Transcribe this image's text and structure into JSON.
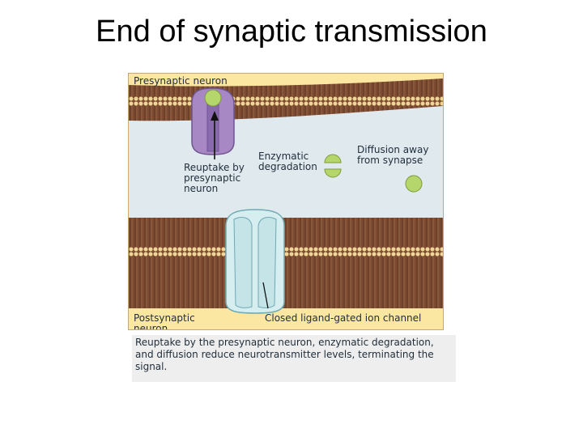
{
  "slide": {
    "title": "End of synaptic transmission"
  },
  "diagram": {
    "labels": {
      "presynaptic": "Presynaptic neuron",
      "reuptake": "Reuptake by presynaptic neuron",
      "enzymatic": "Enzymatic degradation",
      "diffusion": "Diffusion away from synapse",
      "postsynaptic": "Postsynaptic neuron",
      "closed_channel": "Closed ligand-gated ion channel"
    },
    "colors": {
      "membrane": "#8a5a3a",
      "head": "#e8c98a",
      "cleft": "#dfe9ee",
      "transporter": "#a888c4",
      "channel": "#d6eef0",
      "neurotransmitter": "#b5d66a",
      "label_strip": "#fbe7a1"
    }
  },
  "caption": {
    "text": "Reuptake by the presynaptic neuron, enzymatic degradation, and diffusion reduce neurotransmitter levels, terminating the signal."
  }
}
